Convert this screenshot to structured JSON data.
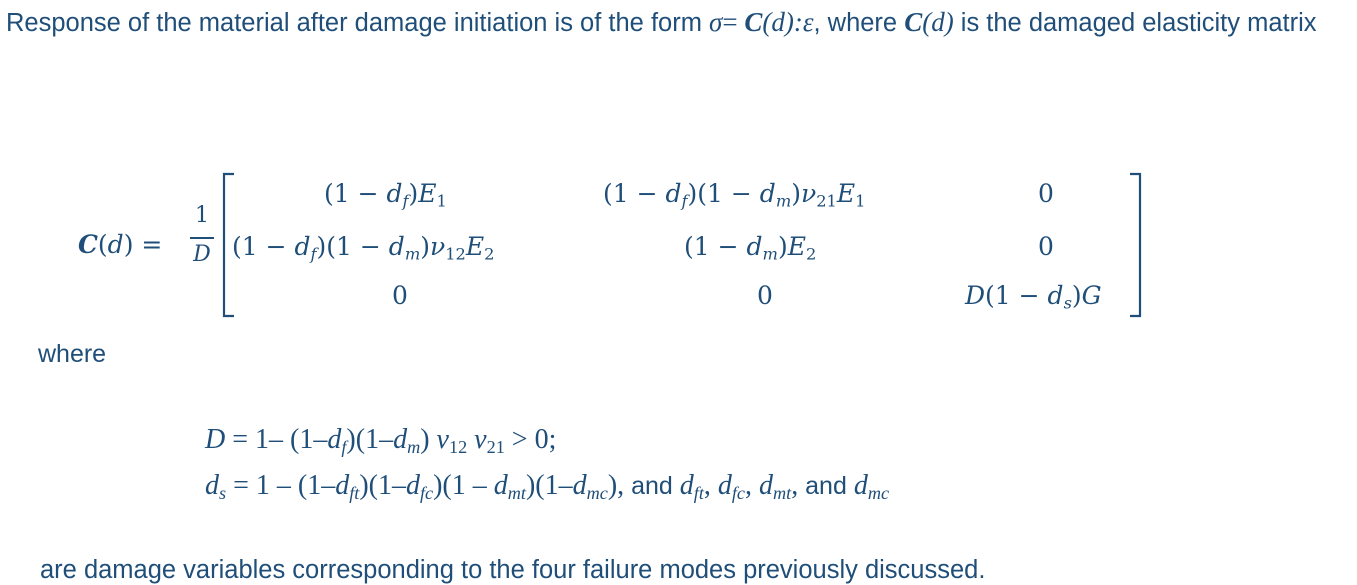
{
  "intro": {
    "text_1": "Response of the material after damage initiation is of the form ",
    "sigma": "σ",
    "eq": "= ",
    "C": "C",
    "d_expr": "(d):ε",
    "text_2": ", where ",
    "C2": "C",
    "d2": "(d)",
    "text_3": " is the damaged elasticity matrix"
  },
  "matrix": {
    "lhs": "C(d) =",
    "frac_num": "1",
    "frac_den": "D",
    "cells": [
      [
        "(1 − d_f)E_1",
        "(1 − d_f)(1 − d_m)ν_21E_1",
        "0"
      ],
      [
        "(1 − d_f)(1 − d_m)ν_12E_2",
        "(1 − d_m)E_2",
        "0"
      ],
      [
        "0",
        "0",
        "D(1 − d_s)G"
      ]
    ]
  },
  "where_label": "where",
  "equations": {
    "line1": "D = 1– (1–d_f)(1–d_m) ν_12 ν_21 > 0;",
    "line2_math": "d_s = 1 – (1–d_ft)(1–d_fc)(1 – d_mt)(1–d_mc),",
    "line2_and1": " and ",
    "line2_vars": "d_ft, d_fc, d_mt,",
    "line2_and2": " and ",
    "line2_last": "d_mc"
  },
  "closing": "are damage variables corresponding to the four failure modes previously discussed."
}
